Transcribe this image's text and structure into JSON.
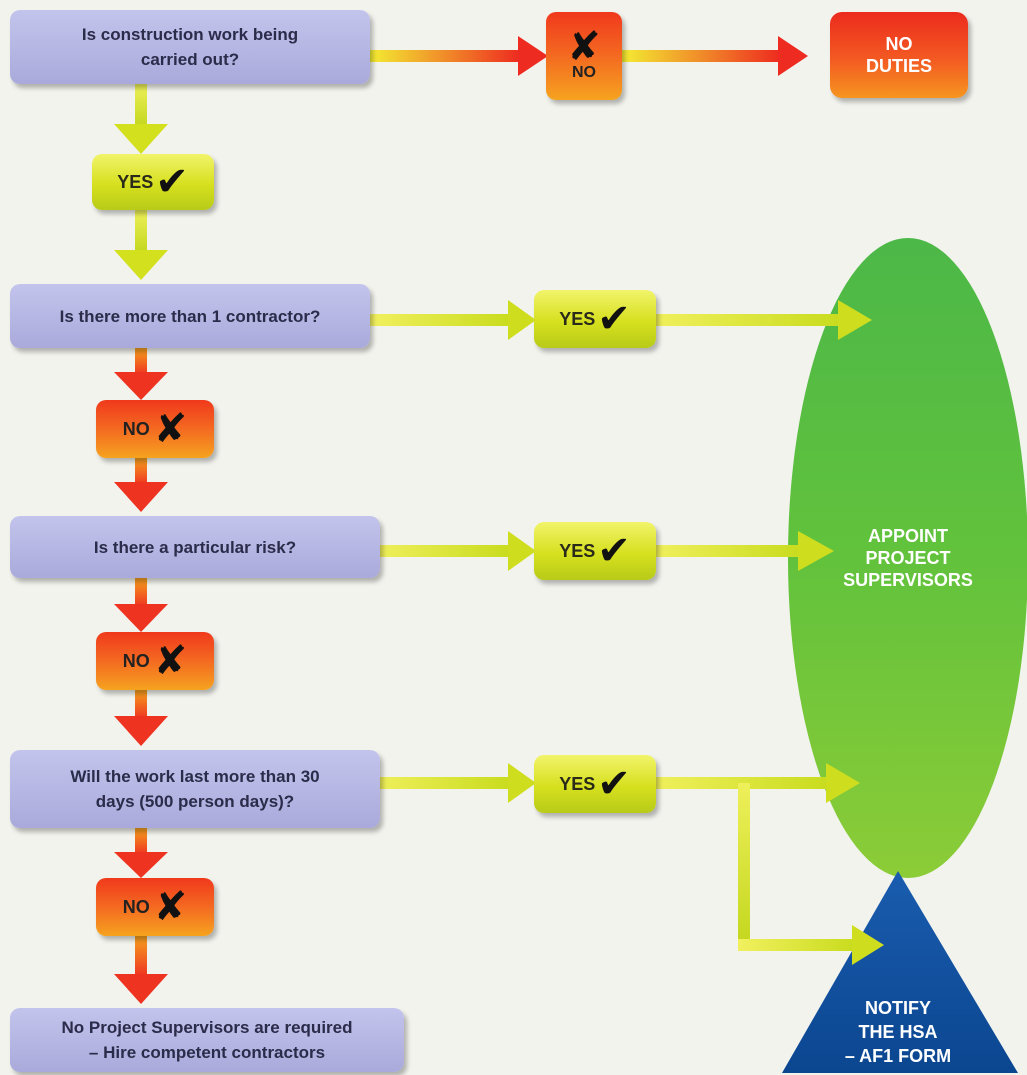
{
  "questions": {
    "q1": "Is construction work being\ncarried out?",
    "q2": "Is there more than 1 contractor?",
    "q3": "Is there a particular risk?",
    "q4": "Will the work last more than 30\ndays (500 person days)?",
    "final": "No Project Supervisors are required\n– Hire competent contractors"
  },
  "answers": {
    "yes": "YES",
    "no": "NO"
  },
  "outcomes": {
    "no_duties": "NO\nDUTIES",
    "appoint": "APPOINT\nPROJECT\nSUPERVISORS",
    "notify": "NOTIFY\nTHE HSA\n– AF1 FORM"
  },
  "icons": {
    "tick": "check-mark-icon",
    "cross": "cross-mark-icon"
  },
  "colors": {
    "question_box": "#b3b4e2",
    "yes_box": "#dbe31f",
    "no_box": "#f4601f",
    "ellipse": "#5cc23b",
    "triangle": "#0d4b9b",
    "arrow_yellow": "#d7e41f",
    "arrow_red": "#ef3b22"
  }
}
